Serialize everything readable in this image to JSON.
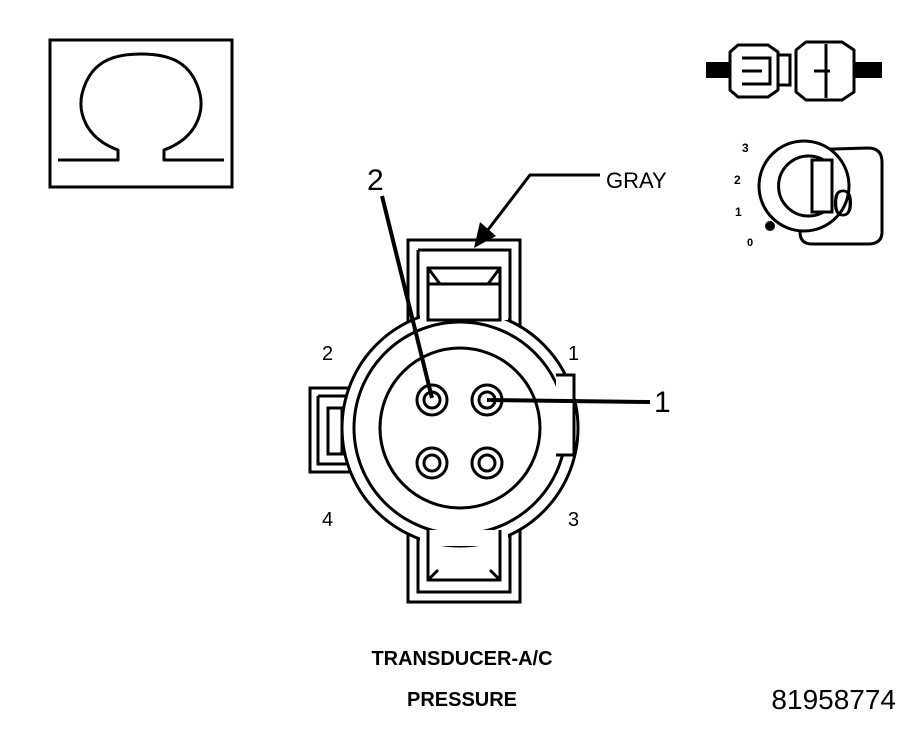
{
  "symbols": {
    "ohmmeter": "omega-icon",
    "connector_disconnect": "disconnect-connector-icon",
    "ignition_key": "ignition-key-icon"
  },
  "ignition": {
    "positions": [
      "3",
      "2",
      "1",
      "0"
    ],
    "key_label": "0"
  },
  "connector": {
    "wire_color_label": "GRAY",
    "cavity_numbers": [
      "2",
      "1",
      "4",
      "3"
    ],
    "callouts": [
      "2",
      "1"
    ]
  },
  "caption": {
    "line1": "TRANSDUCER-A/C",
    "line2": "PRESSURE"
  },
  "figure_number": "81958774",
  "colors": {
    "ink": "#000000",
    "background": "#ffffff"
  }
}
